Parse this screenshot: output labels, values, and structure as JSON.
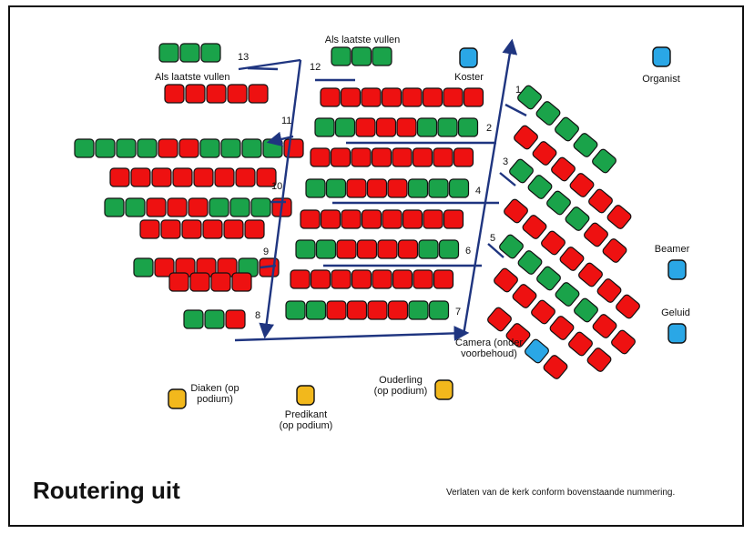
{
  "title": "Routering uit",
  "note": "Verlaten van de kerk conform bovenstaande nummering.",
  "labels": {
    "fill_last_top": "Als laatste vullen",
    "fill_last_left": "Als laatste vullen",
    "koster": "Koster",
    "organist": "Organist",
    "beamer": "Beamer",
    "geluid": "Geluid",
    "camera": "Camera (onder voorbehoud)",
    "diaken": "Diaken (op podium)",
    "predikant": "Predikant (op podium)",
    "ouderling": "Ouderling (op podium)"
  },
  "numbers": [
    "1",
    "2",
    "3",
    "4",
    "5",
    "6",
    "7",
    "8",
    "9",
    "10",
    "11",
    "12",
    "13"
  ],
  "colors": {
    "available": "#1aa34a",
    "blocked": "#ee1111",
    "staff": "#2aa7e6",
    "podium": "#f2b81c",
    "route": "#1f3580"
  },
  "legend_states": {
    "g": "available",
    "r": "blocked",
    "b": "staff"
  },
  "rows": {
    "center": [
      "rrrrrrrr",
      "ggrrrggg",
      "rrrrrrrr",
      "ggrrrggg",
      "rrrrrrrr",
      "ggrrrrgg",
      "rrrrrrrr",
      "ggrrrrgg"
    ],
    "left": [
      "ggg",
      "rrrrr",
      "ggggrrggggr",
      "rrrrrrrr",
      "ggrrrgggr",
      "rrrrrr",
      "grrrrgr",
      "rrrr",
      "ggr"
    ],
    "right": [
      "ggggg",
      "rrrrrr",
      "ggggrr",
      "rrrrrrr",
      "gggggrr",
      "rrrrrr",
      "rrbr"
    ]
  }
}
